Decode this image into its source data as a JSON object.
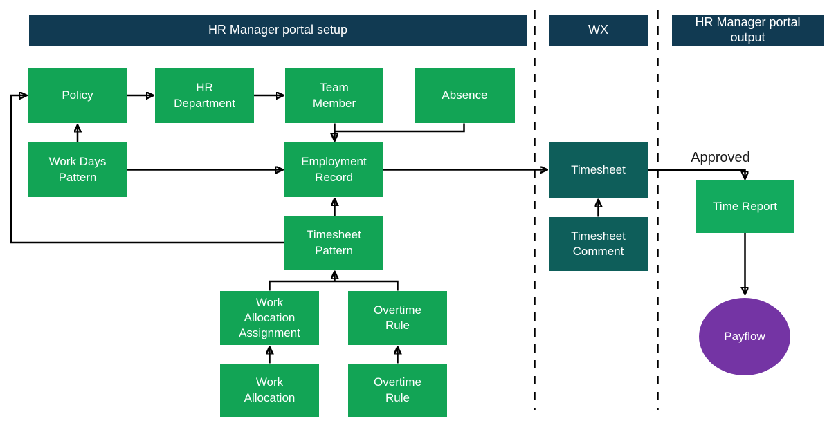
{
  "diagram": {
    "lanes": {
      "setup": "HR Manager portal setup",
      "wx": "WX",
      "output": "HR Manager portal output"
    },
    "nodes": {
      "policy": {
        "label": "Policy"
      },
      "hr_department": {
        "label": "HR Department"
      },
      "team_member": {
        "label": "Team Member"
      },
      "absence": {
        "label": "Absence"
      },
      "work_days_pattern": {
        "label": "Work Days Pattern"
      },
      "employment_record": {
        "label": "Employment Record"
      },
      "timesheet_pattern": {
        "label": "Timesheet Pattern"
      },
      "work_allocation_assignment": {
        "label": "Work Allocation Assignment"
      },
      "overtime_rule_upper": {
        "label": "Overtime Rule"
      },
      "work_allocation": {
        "label": "Work Allocation"
      },
      "overtime_rule_lower": {
        "label": "Overtime Rule"
      },
      "timesheet": {
        "label": "Timesheet"
      },
      "timesheet_comment": {
        "label": "Timesheet Comment"
      },
      "time_report": {
        "label": "Time Report"
      },
      "payflow": {
        "label": "Payflow"
      }
    },
    "edge_labels": {
      "approved": "Approved"
    },
    "colors": {
      "navy": "#113a52",
      "green": "#12a455",
      "green-output": "#13aa5e",
      "teal": "#0e5e5a",
      "purple": "#7434a4",
      "line": "#000000",
      "node-text": "#ffffff",
      "edge-label-text": "#1a1a1a",
      "background": "#ffffff"
    }
  }
}
